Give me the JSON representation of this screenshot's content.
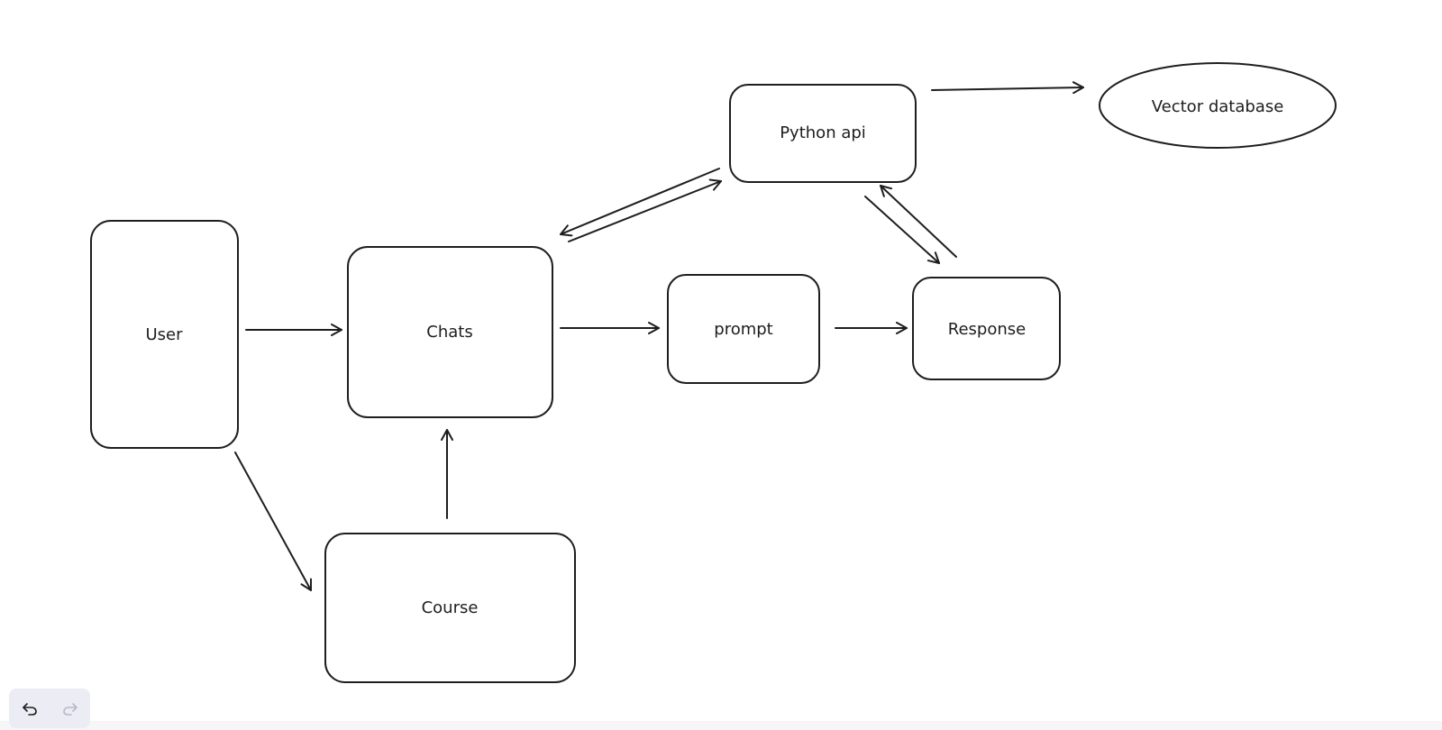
{
  "diagram": {
    "nodes": [
      {
        "id": "user",
        "label": "User",
        "shape": "rounded-rect"
      },
      {
        "id": "chats",
        "label": "Chats",
        "shape": "rounded-rect"
      },
      {
        "id": "course",
        "label": "Course",
        "shape": "rounded-rect"
      },
      {
        "id": "prompt",
        "label": "prompt",
        "shape": "rounded-rect"
      },
      {
        "id": "response",
        "label": "Response",
        "shape": "rounded-rect"
      },
      {
        "id": "python_api",
        "label": "Python api",
        "shape": "rounded-rect"
      },
      {
        "id": "vector_db",
        "label": "Vector database",
        "shape": "ellipse"
      }
    ],
    "edges": [
      {
        "from": "user",
        "to": "chats"
      },
      {
        "from": "user",
        "to": "course"
      },
      {
        "from": "course",
        "to": "chats"
      },
      {
        "from": "chats",
        "to": "prompt"
      },
      {
        "from": "prompt",
        "to": "response"
      },
      {
        "from": "chats",
        "to": "python_api"
      },
      {
        "from": "python_api",
        "to": "chats"
      },
      {
        "from": "python_api",
        "to": "response"
      },
      {
        "from": "response",
        "to": "python_api"
      },
      {
        "from": "python_api",
        "to": "vector_db"
      }
    ]
  },
  "toolbar": {
    "undo_icon": "undo-icon",
    "redo_icon": "redo-icon"
  },
  "colors": {
    "stroke": "#1e1e1e",
    "background": "#ffffff",
    "toolbar_bg": "#ececf4",
    "disabled_icon": "#b8b8c8"
  }
}
